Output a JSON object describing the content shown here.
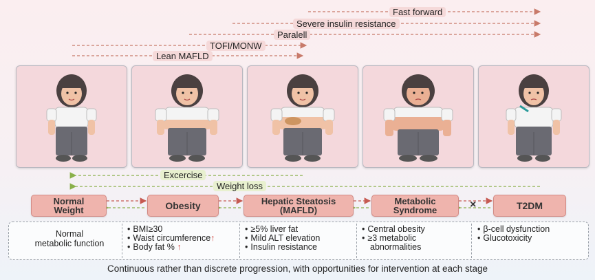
{
  "progression_labels": [
    "Fast forward",
    "Severe insulin resistance",
    "Paralell",
    "TOFI/MONW",
    "Lean MAFLD"
  ],
  "intervention_labels": [
    "Excercise",
    "Weight loss"
  ],
  "stages": [
    {
      "line1": "Normal",
      "line2": "Weight"
    },
    {
      "line1": "Obesity",
      "line2": ""
    },
    {
      "line1": "Hepatic Steatosis",
      "line2": "(MAFLD)"
    },
    {
      "line1": "Metabolic",
      "line2": "Syndrome"
    },
    {
      "line1": "T2DM",
      "line2": ""
    }
  ],
  "blocked_symbol": "×",
  "details": [
    [
      "Normal",
      "metabolic function"
    ],
    [
      "BMI≥30",
      "Waist circumference",
      "Body fat %"
    ],
    [
      "≥5% liver fat",
      "Mild ALT elevation",
      "Insulin resistance"
    ],
    [
      "Central obesity",
      "≥3 metabolic",
      "abnormalities"
    ],
    [
      "β-cell dysfunction",
      "Glucotoxicity"
    ]
  ],
  "bullet": "•",
  "up_arrow": "↑",
  "caption": "Continuous rather than discrete progression, with opportunities for intervention at each stage",
  "colors": {
    "top_arrow": "#c87a6a",
    "bottom_arrow": "#8ab04a",
    "stage_fill": "#efb4ad",
    "panel_bg": "#f4d8dc"
  }
}
